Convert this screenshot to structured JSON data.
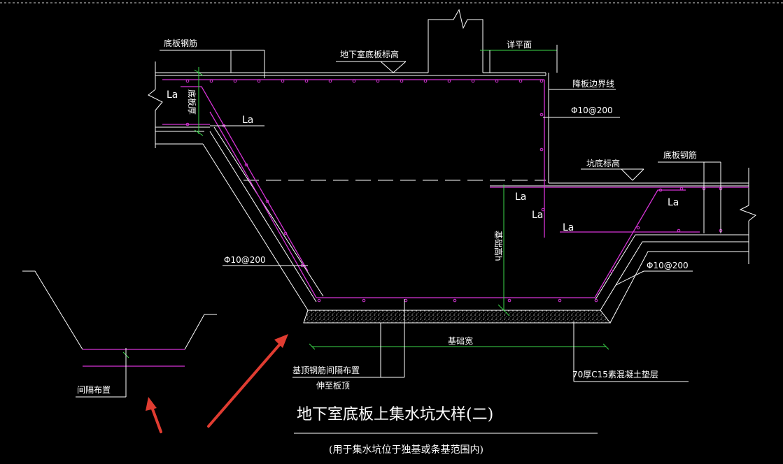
{
  "drawing": {
    "title": "地下室底板上集水坑大样(二)",
    "subtitle": "(用于集水坑位于独基或条基范围内)",
    "labels": {
      "bottom_rebar_left": "底板钢筋",
      "basement_slab_elev": "地下室底板标高",
      "see_plan": "详平面",
      "depressed_slab_line": "降板边界线",
      "rebar_spec_1": "Φ10@200",
      "pit_bottom_elev": "坑底标高",
      "bottom_rebar_right": "底板钢筋",
      "la_1": "La",
      "la_2": "La",
      "la_3": "La",
      "la_4": "La",
      "la_5": "La",
      "la_6": "La",
      "slab_thickness": "底板厚",
      "foundation_height": "基础高h",
      "rebar_spec_2": "Φ10@200",
      "rebar_spec_3": "Φ10@200",
      "foundation_width": "基础宽",
      "top_rebar_spacing": "基顶钢筋间隔布置",
      "extend_to_top": "伸至板顶",
      "cushion": "70厚C15素混凝土垫层",
      "alternate_layout": "间隔布置"
    },
    "colors": {
      "background": "#000000",
      "lines": "#ffffff",
      "rebar": "#d633d6",
      "dimension": "#3bd94a",
      "arrow": "#e03c31"
    }
  }
}
